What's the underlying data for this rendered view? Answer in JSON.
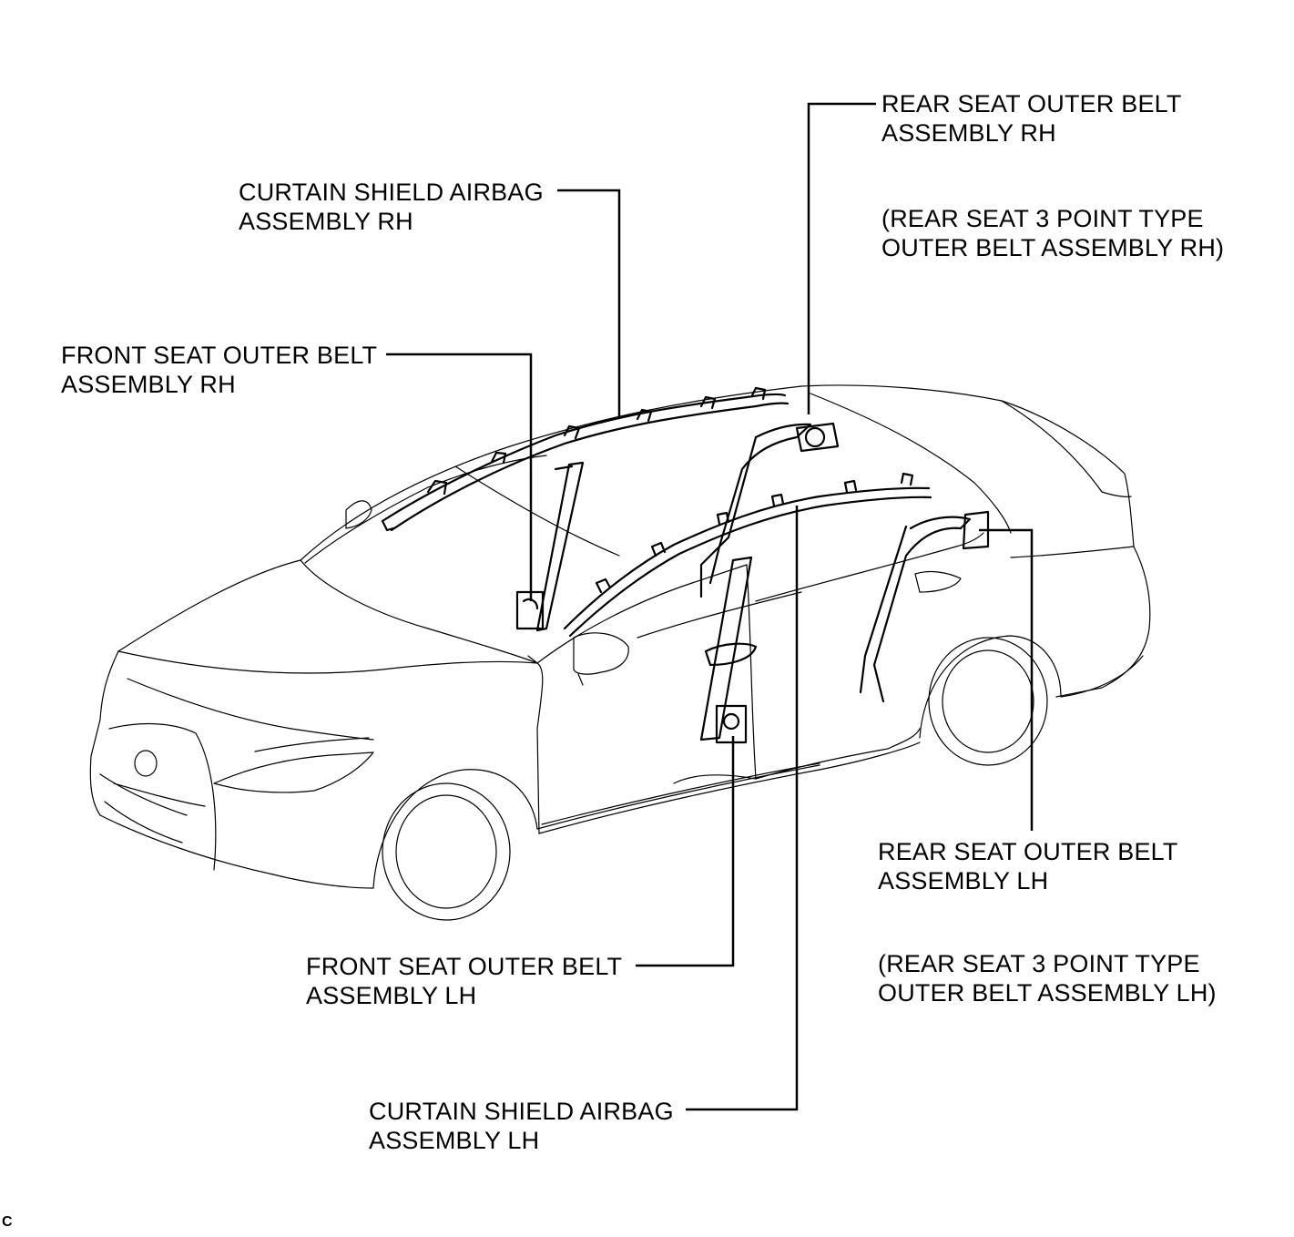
{
  "labels": {
    "rear_seat_outer_belt_rh": {
      "line1": "REAR SEAT OUTER BELT",
      "line2": "ASSEMBLY RH"
    },
    "rear_seat_3point_rh": {
      "line1": "(REAR SEAT 3 POINT TYPE",
      "line2": "OUTER BELT ASSEMBLY RH)"
    },
    "curtain_shield_airbag_rh": {
      "line1": "CURTAIN SHIELD AIRBAG",
      "line2": "ASSEMBLY RH"
    },
    "front_seat_outer_belt_rh": {
      "line1": "FRONT SEAT OUTER BELT",
      "line2": "ASSEMBLY RH"
    },
    "rear_seat_outer_belt_lh": {
      "line1": "REAR SEAT OUTER BELT",
      "line2": "ASSEMBLY LH"
    },
    "rear_seat_3point_lh": {
      "line1": "(REAR SEAT 3 POINT TYPE",
      "line2": "OUTER BELT ASSEMBLY LH)"
    },
    "front_seat_outer_belt_lh": {
      "line1": "FRONT SEAT OUTER BELT",
      "line2": "ASSEMBLY  LH"
    },
    "curtain_shield_airbag_lh": {
      "line1": "CURTAIN SHIELD AIRBAG",
      "line2": "ASSEMBLY LH"
    }
  },
  "figure_code": "C",
  "colors": {
    "line": "#000000",
    "background": "#ffffff"
  }
}
